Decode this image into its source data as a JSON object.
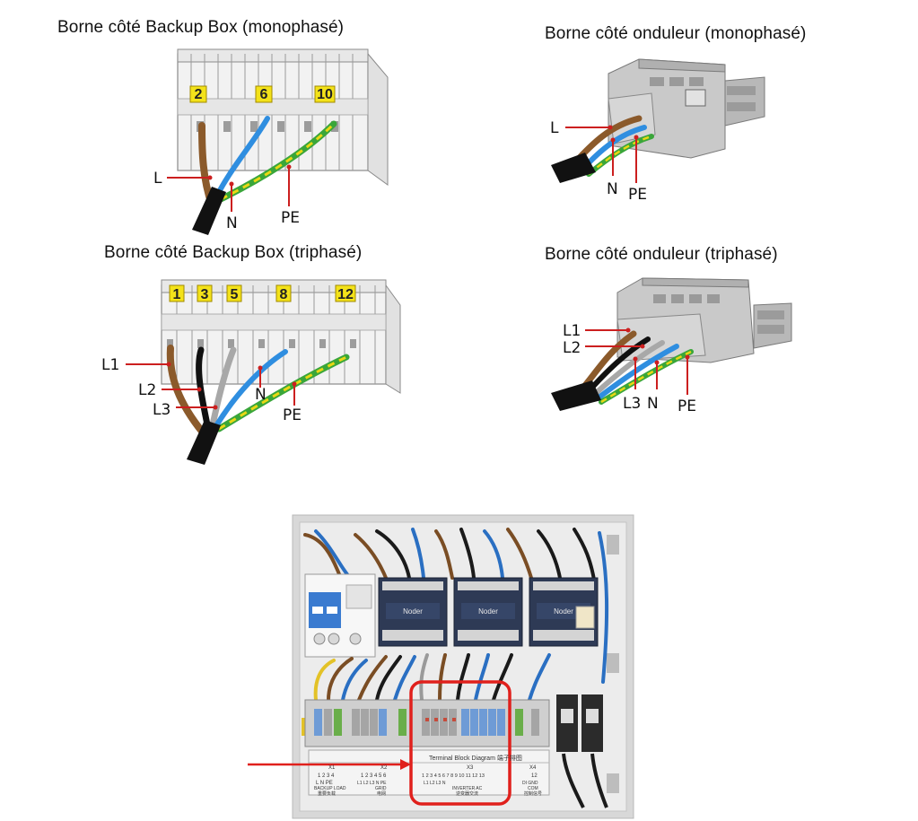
{
  "titles": {
    "bb_mono": "Borne côté Backup Box (monophasé)",
    "inv_mono": "Borne côté onduleur (monophasé)",
    "bb_tri": "Borne côté Backup Box (triphasé)",
    "inv_tri": "Borne côté onduleur (triphasé)"
  },
  "bb_mono": {
    "terminals": [
      "2",
      "6",
      "10"
    ],
    "wires": {
      "L": "L",
      "N": "N",
      "PE": "PE"
    }
  },
  "inv_mono": {
    "wires": {
      "L": "L",
      "N": "N",
      "PE": "PE"
    }
  },
  "bb_tri": {
    "terminals": [
      "1",
      "3",
      "5",
      "8",
      "12"
    ],
    "wires": {
      "L1": "L1",
      "L2": "L2",
      "L3": "L3",
      "N": "N",
      "PE": "PE"
    }
  },
  "inv_tri": {
    "wires": {
      "L1": "L1",
      "L2": "L2",
      "L3": "L3",
      "N": "N",
      "PE": "PE"
    }
  },
  "photo": {
    "diagram_title": "Terminal Block Diagram 端子排图",
    "groups": [
      {
        "id": "X1",
        "nums": "1 2 3 4",
        "sub": "L   N   PE",
        "caption": "BACKUP LOAD",
        "caption2": "重要负载"
      },
      {
        "id": "X2",
        "nums": "1 2 3 4 5 6",
        "sub": "L1  L2  L3  N  PE",
        "caption": "GRID",
        "caption2": "电网"
      },
      {
        "id": "X3",
        "nums": "1 2 3 4 5 6 7 8 9 10 11 12 13",
        "sub": "L1   L2   L3   N",
        "caption": "INVERTER AC",
        "caption2": "逆变器交流"
      },
      {
        "id": "X4",
        "nums": "12",
        "sub": "DI  GND",
        "caption": "COM",
        "caption2": "控制信号"
      }
    ],
    "contactor_brand": "Noder",
    "highlight_color": "#e0201c",
    "arrow_color": "#e0201c"
  }
}
